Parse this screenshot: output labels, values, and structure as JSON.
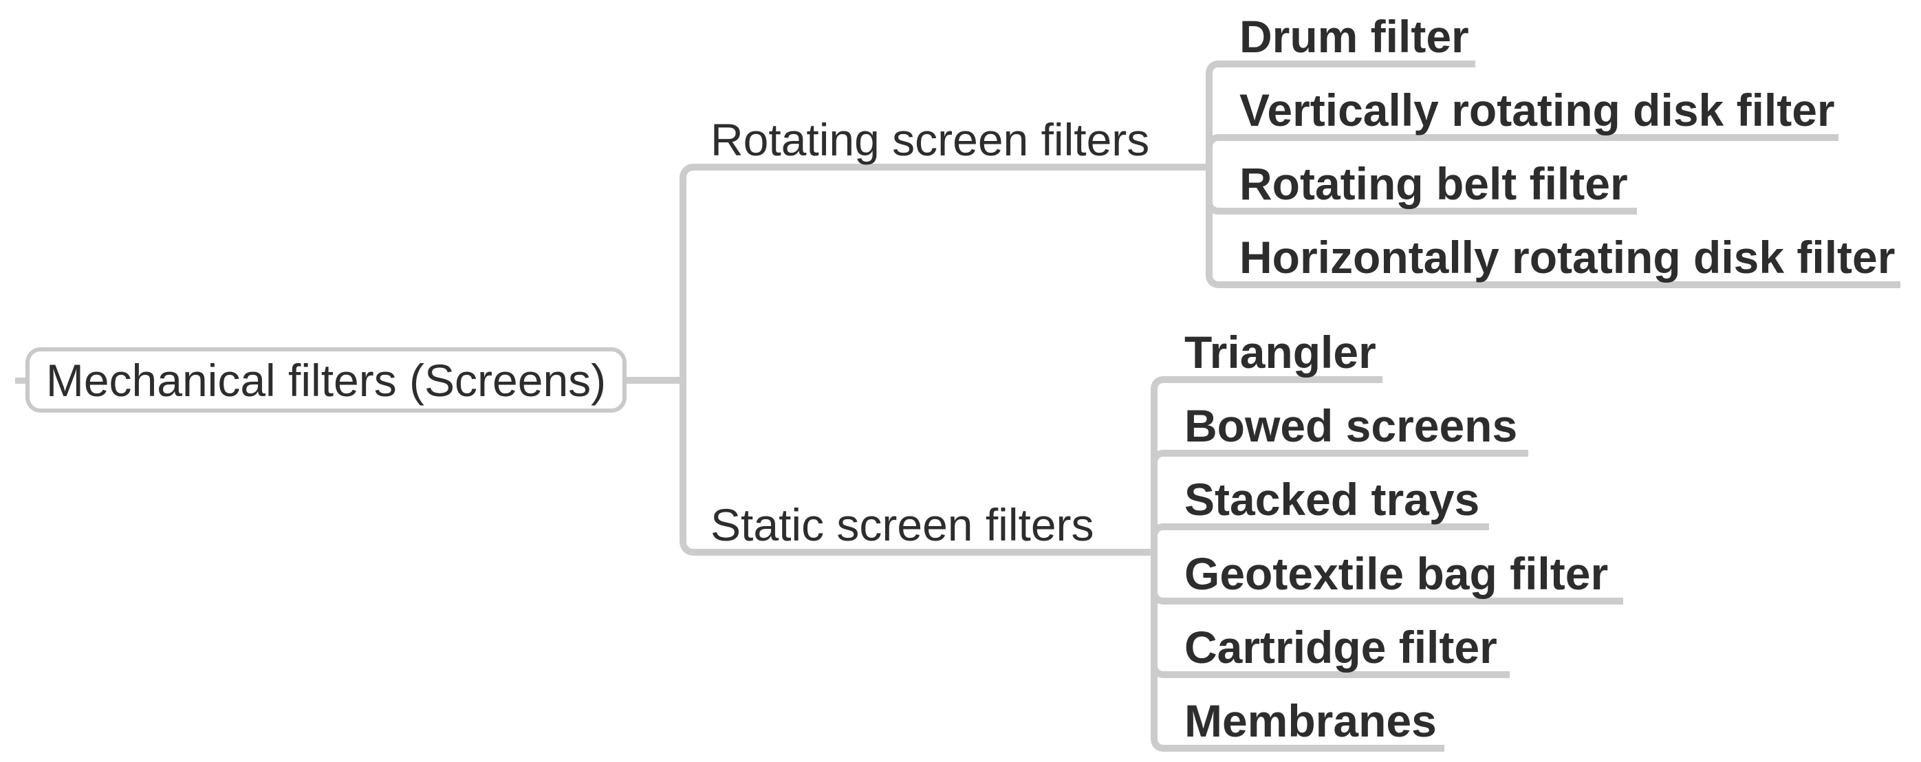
{
  "root": {
    "label": "Mechanical filters (Screens)"
  },
  "branches": [
    {
      "label": "Rotating screen filters",
      "children": [
        {
          "label": "Drum filter"
        },
        {
          "label": "Vertically rotating disk filter"
        },
        {
          "label": "Rotating belt filter"
        },
        {
          "label": "Horizontally rotating disk filter"
        }
      ]
    },
    {
      "label": "Static screen filters",
      "children": [
        {
          "label": "Triangler"
        },
        {
          "label": "Bowed screens"
        },
        {
          "label": "Stacked trays"
        },
        {
          "label": "Geotextile bag filter"
        },
        {
          "label": "Cartridge filter"
        },
        {
          "label": "Membranes"
        }
      ]
    }
  ],
  "colors": {
    "background": "#ffffff",
    "connector_line": "#cccccc",
    "root_border": "#c9c9c9",
    "text": "#2d2d2d"
  }
}
